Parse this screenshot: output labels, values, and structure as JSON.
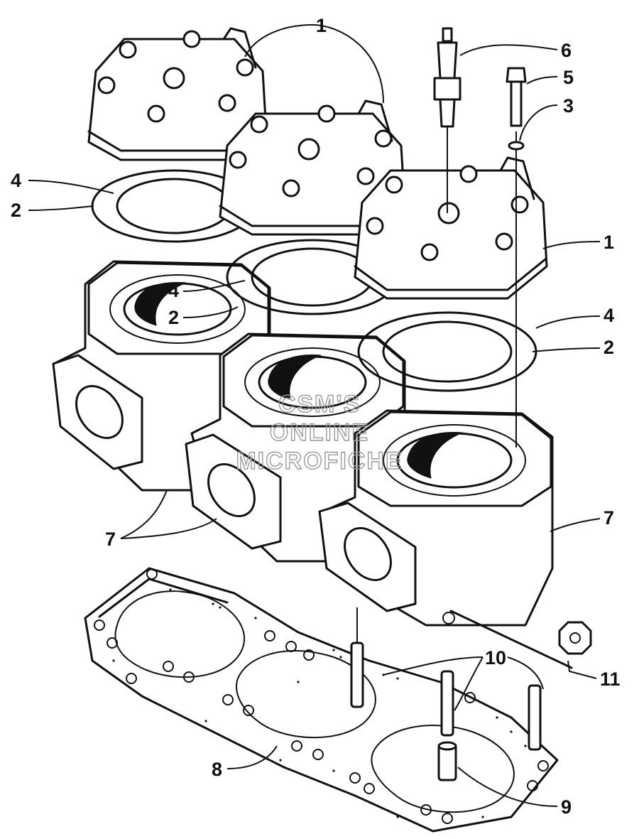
{
  "watermark": {
    "line1": "CSM'S",
    "line2": "ONLINE",
    "line3": "MICROFICHE"
  },
  "callouts": {
    "c1_top": "1",
    "c1_right": "1",
    "c2_left": "2",
    "c2_mid": "2",
    "c2_right": "2",
    "c3": "3",
    "c4_left": "4",
    "c4_mid": "4",
    "c4_right": "4",
    "c5": "5",
    "c6": "6",
    "c7_left": "7",
    "c7_right": "7",
    "c8": "8",
    "c9": "9",
    "c10": "10",
    "c11": "11"
  },
  "colors": {
    "ink": "#111111",
    "paper": "#ffffff",
    "watermark": "#9a9a9a"
  }
}
